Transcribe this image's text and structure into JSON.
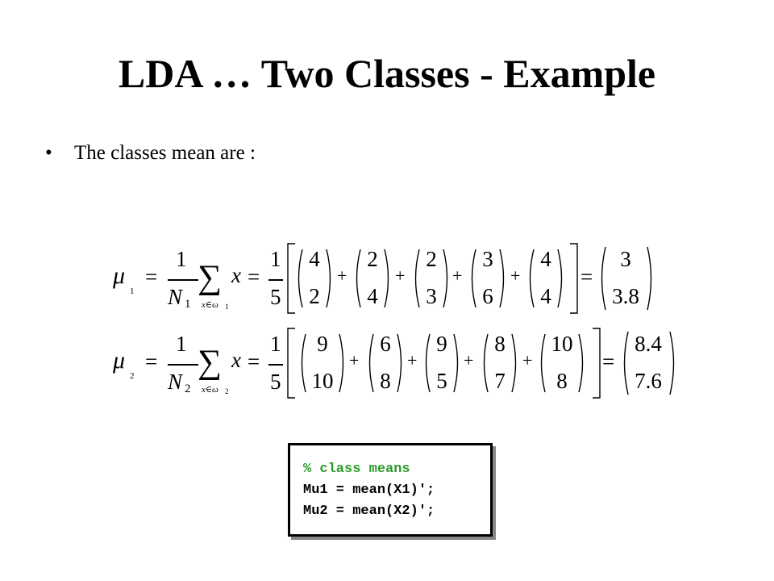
{
  "slide": {
    "title": "LDA … Two Classes - Example",
    "bullet": "The classes mean are :"
  },
  "equations": [
    {
      "symbol": "μ",
      "index": "1",
      "N": "N",
      "N_sub": "1",
      "sum_sub": "x∈ω",
      "sum_sub_idx": "1",
      "one": "1",
      "five": "5",
      "x": "x",
      "eq": "=",
      "plus": "+",
      "vectors": [
        [
          "4",
          "2"
        ],
        [
          "2",
          "4"
        ],
        [
          "2",
          "3"
        ],
        [
          "3",
          "6"
        ],
        [
          "4",
          "4"
        ]
      ],
      "result": [
        "3",
        "3.8"
      ]
    },
    {
      "symbol": "μ",
      "index": "2",
      "N": "N",
      "N_sub": "2",
      "sum_sub": "x∈ω",
      "sum_sub_idx": "2",
      "one": "1",
      "five": "5",
      "x": "x",
      "eq": "=",
      "plus": "+",
      "vectors": [
        [
          "9",
          "10"
        ],
        [
          "6",
          "8"
        ],
        [
          "9",
          "5"
        ],
        [
          "8",
          "7"
        ],
        [
          "10",
          "8"
        ]
      ],
      "result": [
        "8.4",
        "7.6"
      ]
    }
  ],
  "code": {
    "comment": "% class means",
    "line1": "Mu1 = mean(X1)';",
    "line2": "Mu2 = mean(X2)';"
  }
}
